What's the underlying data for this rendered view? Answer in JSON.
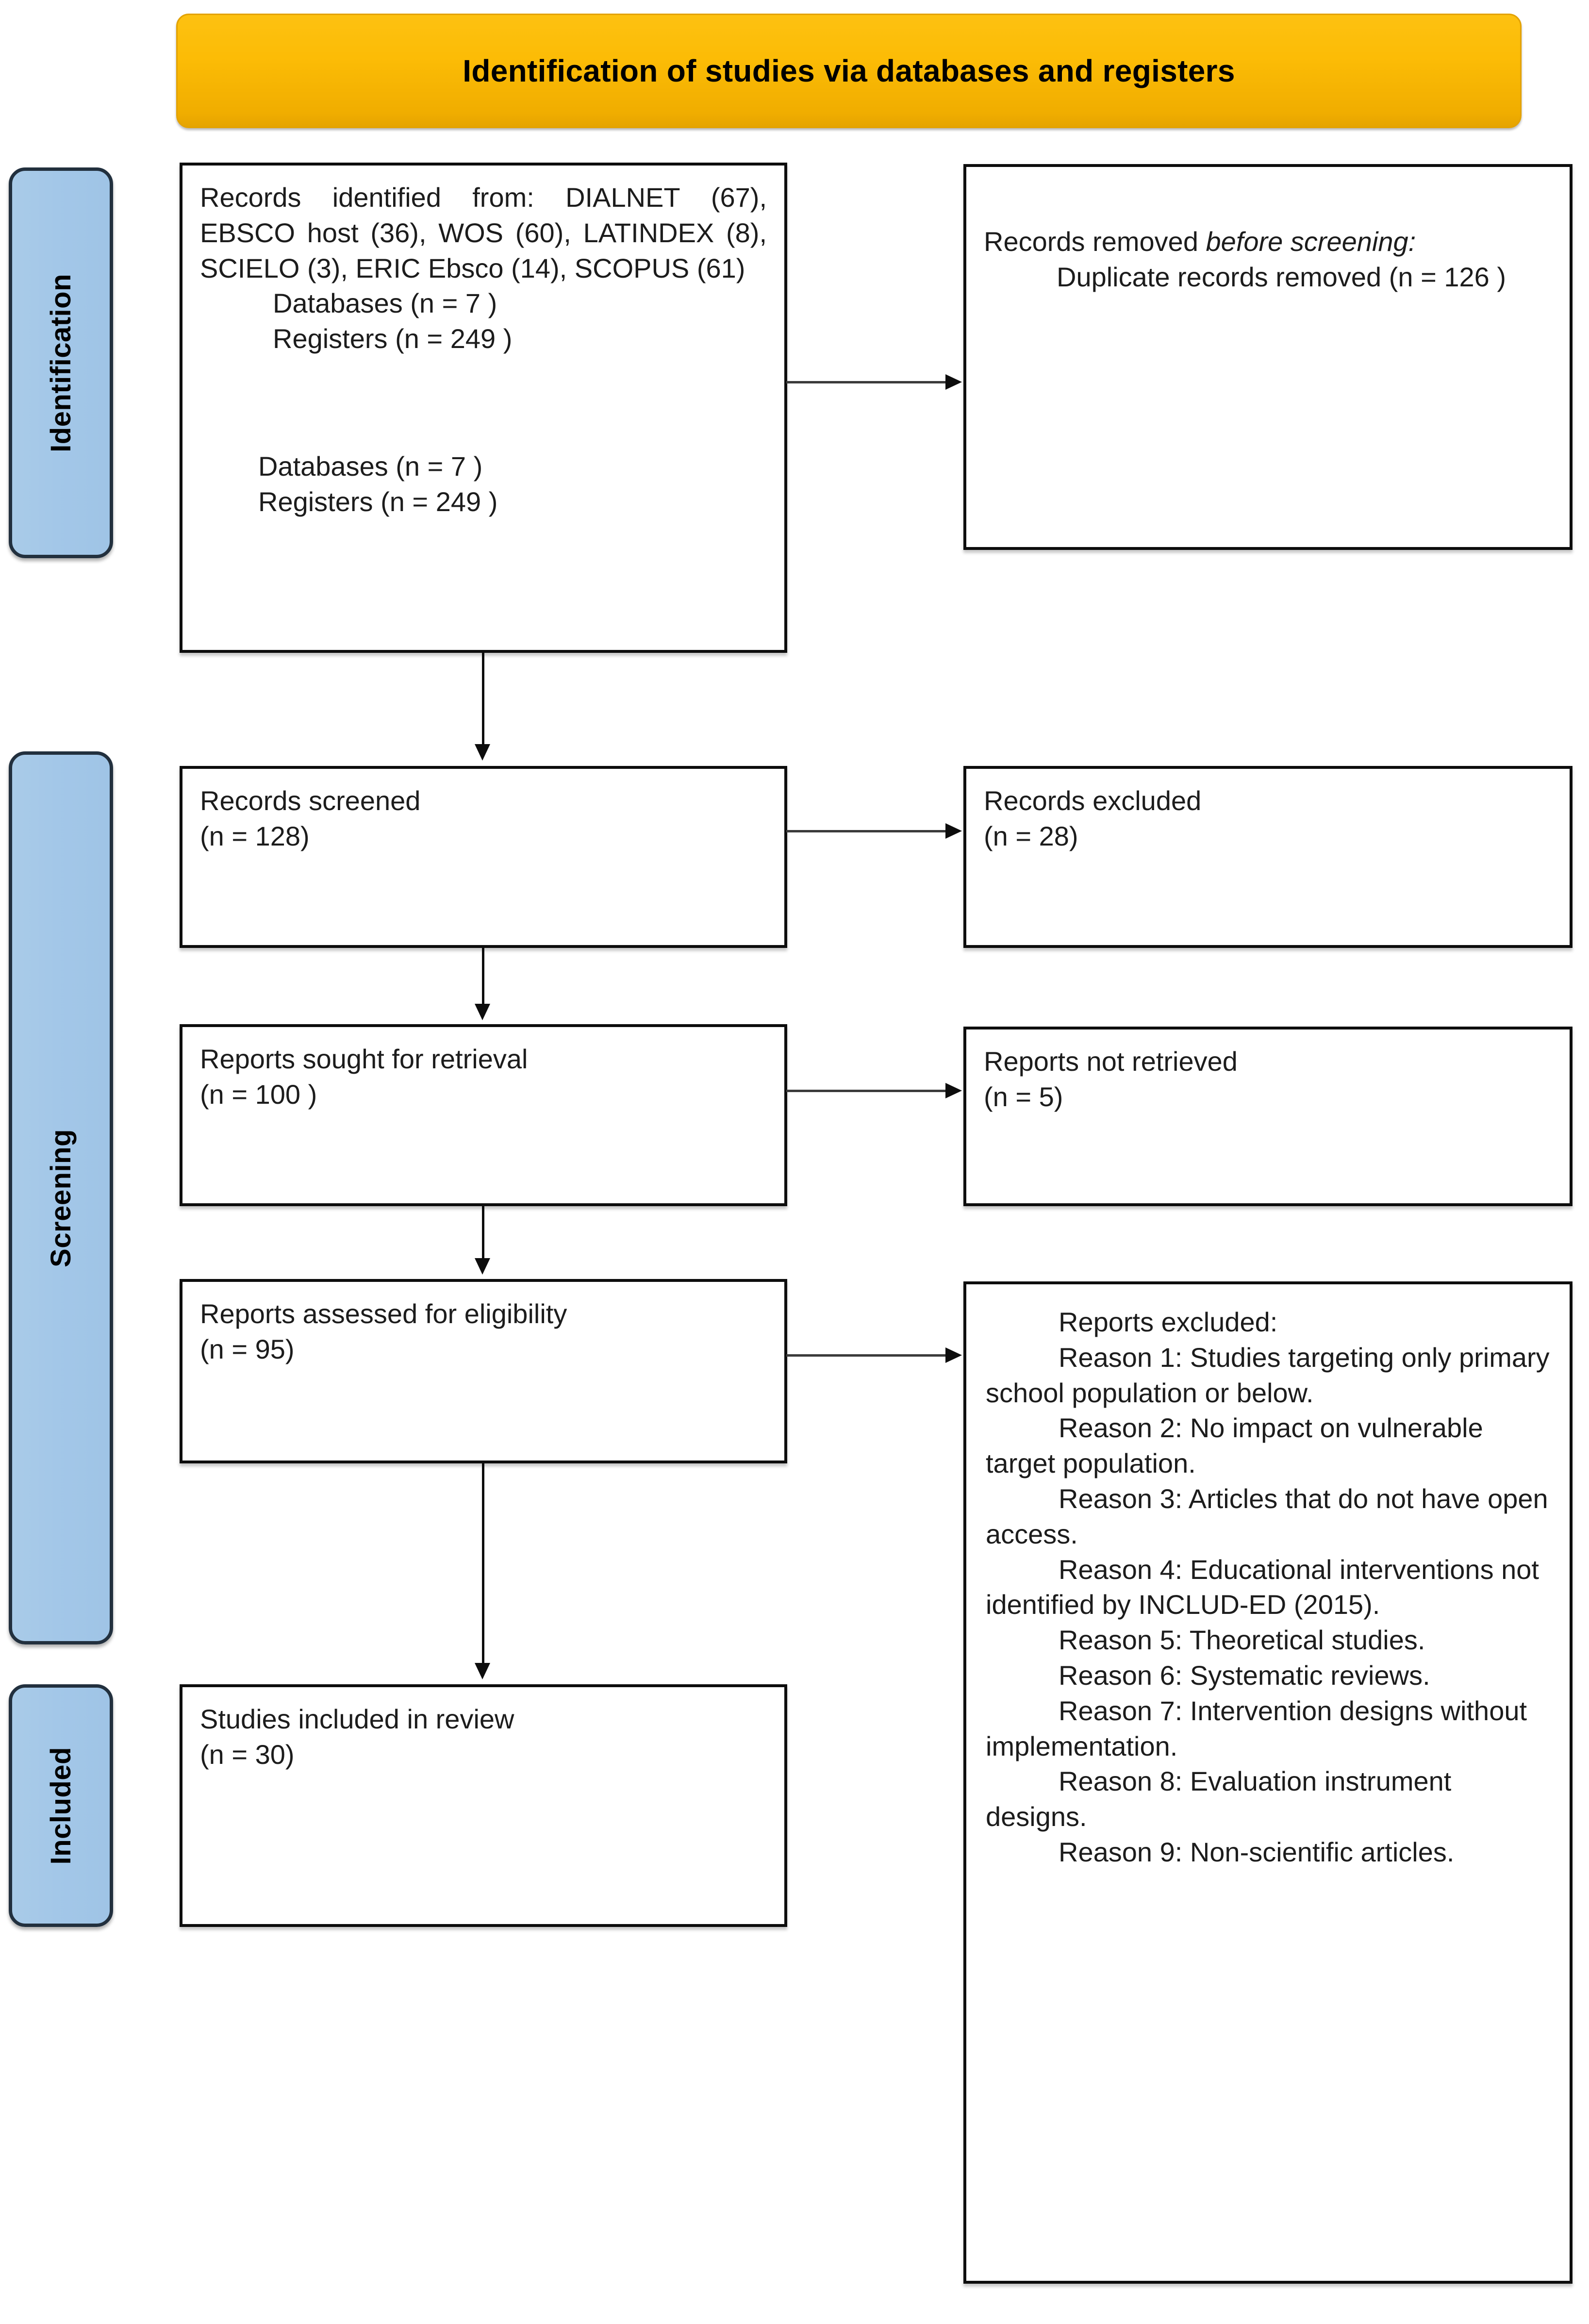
{
  "diagram": {
    "title": "Identification of studies via databases and registers",
    "type": "PRISMA flow diagram"
  },
  "stages": [
    {
      "key": "identification",
      "label": "Identification"
    },
    {
      "key": "screening",
      "label": "Screening"
    },
    {
      "key": "included",
      "label": "Included"
    }
  ],
  "boxes": {
    "identified": {
      "line1": "Records identified from: DIALNET (67), EBSCO host (36), WOS (60), LATINDEX (8), SCIELO (3), ERIC Ebsco (14), SCOPUS (61)",
      "line2": "Databases (n = 7 )",
      "line3": "Registers (n = 249 )",
      "line4": "Databases (n = 7 )",
      "line5": "Registers (n = 249 )"
    },
    "removed": {
      "line1": "Records removed ",
      "line1_italic": "before screening",
      "line1_tail": ":",
      "line2": "Duplicate records removed  (n = 126 )"
    },
    "screened": {
      "line1": "Records screened",
      "line2": "(n = 128)"
    },
    "excluded": {
      "line1": "Records excluded",
      "line2": "(n = 28)"
    },
    "sought": {
      "line1": "Reports sought for retrieval",
      "line2": "(n = 100 )"
    },
    "not_retrieved": {
      "line1": "Reports not retrieved",
      "line2": "(n = 5)"
    },
    "assessed": {
      "line1": "Reports assessed for eligibility",
      "line2": "(n = 95)"
    },
    "reasons": {
      "heading": "Reports excluded:",
      "items": [
        "Reason 1: Studies targeting only primary school population or below.",
        "Reason 2: No impact on vulnerable target population.",
        "Reason 3: Articles that do not have open access.",
        "Reason 4: Educational interventions not identified by INCLUD-ED (2015).",
        "Reason 5: Theoretical studies.",
        "Reason 6: Systematic reviews.",
        "Reason 7: Intervention designs without implementation.",
        "Reason 8: Evaluation instrument designs.",
        "Reason 9: Non-scientific articles."
      ]
    },
    "included": {
      "line1": "Studies included in review",
      "line2": "(n = 30)"
    }
  },
  "colors": {
    "banner": "#fcbc06",
    "banner_border": "#e3a200",
    "stage_fill": "#a3c7e8",
    "stage_border": "#22303e",
    "box_border": "#0d0d0d",
    "connector": "#0d0d0d",
    "text": "#1c1c1c",
    "background": "#ffffff"
  }
}
